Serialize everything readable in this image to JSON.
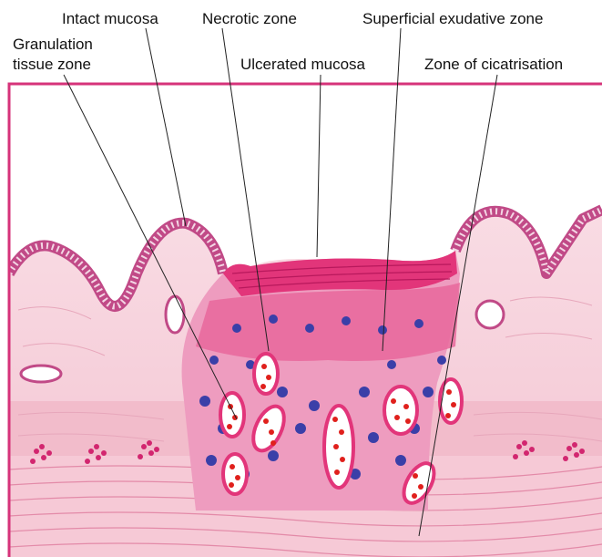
{
  "labels": {
    "intact_mucosa": "Intact mucosa",
    "necrotic_zone": "Necrotic zone",
    "superficial_exudative_zone": "Superficial exudative zone",
    "granulation_line1": "Granulation",
    "granulation_line2": "tissue zone",
    "ulcerated_mucosa": "Ulcerated mucosa",
    "zone_of_cicatrisation": "Zone of cicatrisation"
  },
  "colors": {
    "frame": "#d6337a",
    "stroma": "#f7d3de",
    "ulcer": "#e2357a",
    "nucleus": "#3a3fa8",
    "rbc": "#e0201c"
  }
}
